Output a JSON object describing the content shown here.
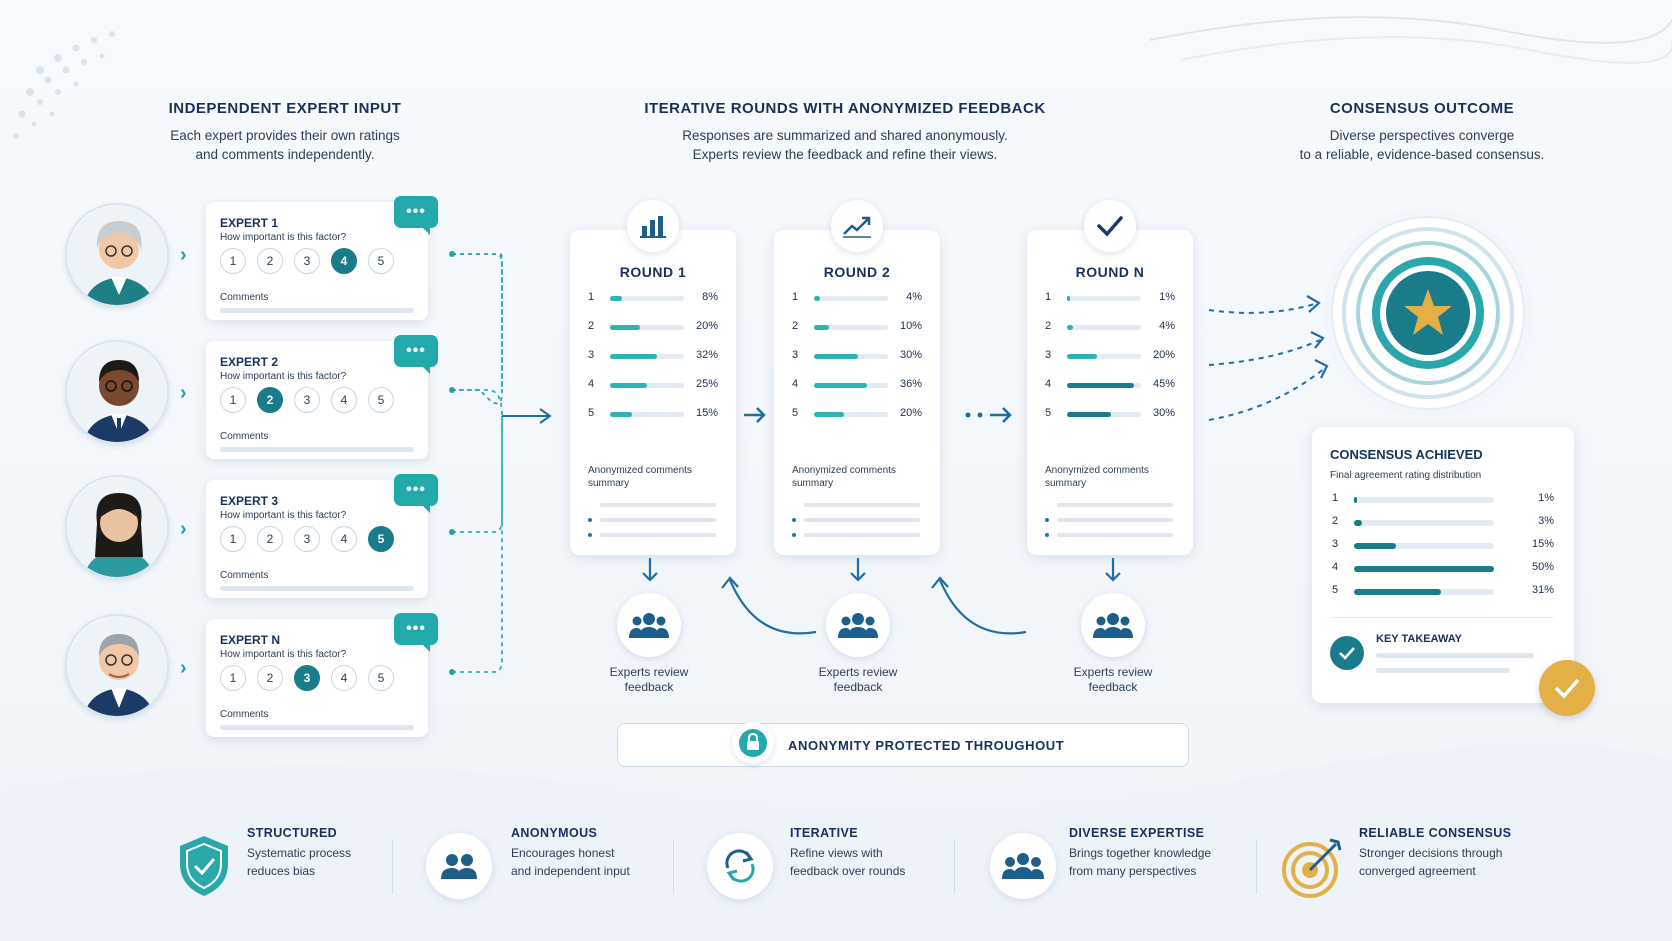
{
  "sections": {
    "input": {
      "title": "INDEPENDENT EXPERT INPUT",
      "line1": "Each expert provides their own ratings",
      "line2": "and comments independently."
    },
    "rounds": {
      "title": "ITERATIVE ROUNDS WITH ANONYMIZED FEEDBACK",
      "line1": "Responses are summarized and shared anonymously.",
      "line2": "Experts review the feedback and refine their views."
    },
    "outcome": {
      "title": "CONSENSUS OUTCOME",
      "line1": "Diverse perspectives converge",
      "line2": "to a reliable, evidence-based consensus."
    }
  },
  "experts": [
    {
      "name": "EXPERT 1",
      "question": "How important is this factor?",
      "selected": 4,
      "comments": "Comments"
    },
    {
      "name": "EXPERT 2",
      "question": "How important is this factor?",
      "selected": 2,
      "comments": "Comments"
    },
    {
      "name": "EXPERT 3",
      "question": "How important is this factor?",
      "selected": 5,
      "comments": "Comments"
    },
    {
      "name": "EXPERT N",
      "question": "How important is this factor?",
      "selected": 3,
      "comments": "Comments"
    }
  ],
  "scale": [
    "1",
    "2",
    "3",
    "4",
    "5"
  ],
  "bubble_text": "•••",
  "rounds": [
    {
      "title": "ROUND 1",
      "icon": "bar-chart-icon",
      "values": [
        8,
        20,
        32,
        25,
        15
      ],
      "labels": [
        "8%",
        "20%",
        "32%",
        "25%",
        "15%"
      ],
      "summary": "Anonymized comments summary"
    },
    {
      "title": "ROUND 2",
      "icon": "trend-line-icon",
      "values": [
        4,
        10,
        30,
        36,
        20
      ],
      "labels": [
        "4%",
        "10%",
        "30%",
        "36%",
        "20%"
      ],
      "summary": "Anonymized comments summary"
    },
    {
      "title": "ROUND N",
      "icon": "checkmark-icon",
      "values": [
        1,
        4,
        20,
        45,
        30
      ],
      "labels": [
        "1%",
        "4%",
        "20%",
        "45%",
        "30%"
      ],
      "summary": "Anonymized comments summary"
    }
  ],
  "review_text": {
    "line1": "Experts review",
    "line2": "feedback"
  },
  "consensus": {
    "title": "CONSENSUS ACHIEVED",
    "subtitle": "Final agreement rating distribution",
    "values": [
      1,
      3,
      15,
      50,
      31
    ],
    "labels": [
      "1%",
      "3%",
      "15%",
      "50%",
      "31%"
    ],
    "takeaway": "KEY TAKEAWAY"
  },
  "anonymity": "ANONYMITY PROTECTED THROUGHOUT",
  "features": [
    {
      "title": "STRUCTURED",
      "line1": "Systematic process",
      "line2": "reduces bias",
      "icon": "shield-check-icon"
    },
    {
      "title": "ANONYMOUS",
      "line1": "Encourages honest",
      "line2": "and independent input",
      "icon": "people-icon"
    },
    {
      "title": "ITERATIVE",
      "line1": "Refine views with",
      "line2": "feedback over rounds",
      "icon": "cycle-arrows-icon"
    },
    {
      "title": "DIVERSE EXPERTISE",
      "line1": "Brings together knowledge",
      "line2": "from many perspectives",
      "icon": "group-icon"
    },
    {
      "title": "RELIABLE CONSENSUS",
      "line1": "Stronger decisions through",
      "line2": "converged agreement",
      "icon": "target-arrow-icon"
    }
  ],
  "colors": {
    "teal": "#21a9ab",
    "dark_teal": "#1a7c8a",
    "navy": "#17315a",
    "gold": "#e2b045"
  }
}
